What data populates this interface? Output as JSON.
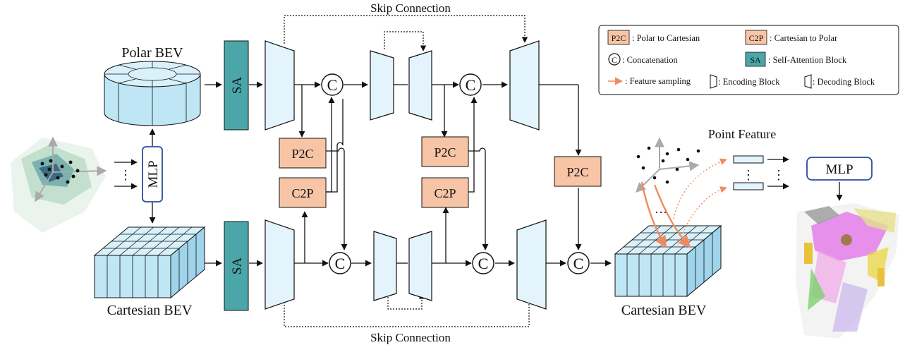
{
  "diagram": {
    "labels": {
      "polar_bev": "Polar BEV",
      "cartesian_bev_input": "Cartesian BEV",
      "cartesian_bev_output": "Cartesian BEV",
      "point_feature": "Point Feature",
      "skip_top": "Skip Connection",
      "skip_bottom": "Skip Connection",
      "mlp_left": "MLP",
      "mlp_right": "MLP",
      "sa_top": "SA",
      "sa_bottom": "SA",
      "ellipsis_v": "⋮",
      "ellipsis_h": "…",
      "concat_symbol": "C"
    },
    "blocks": {
      "p2c": "P2C",
      "c2p": "C2P"
    },
    "legend": {
      "p2c_tag": "P2C",
      "p2c_text": ": Polar to Cartesian",
      "c2p_tag": "C2P",
      "c2p_text": ": Cartesian to Polar",
      "concat_text": ": Concatenation",
      "sa_tag": "SA",
      "sa_text": ": Self-Attention Block",
      "sampling_text": ": Feature sampling",
      "encoding_text": ": Encoding Block",
      "decoding_text": ": Decoding Block"
    },
    "colors": {
      "light_blue": "#e3f4fc",
      "cube_blue": "#bfe6f5",
      "teal": "#4aa6a9",
      "salmon": "#f7c5a6",
      "orange_arrow": "#f08a5d",
      "mlp_border": "#2a4d9b"
    }
  }
}
